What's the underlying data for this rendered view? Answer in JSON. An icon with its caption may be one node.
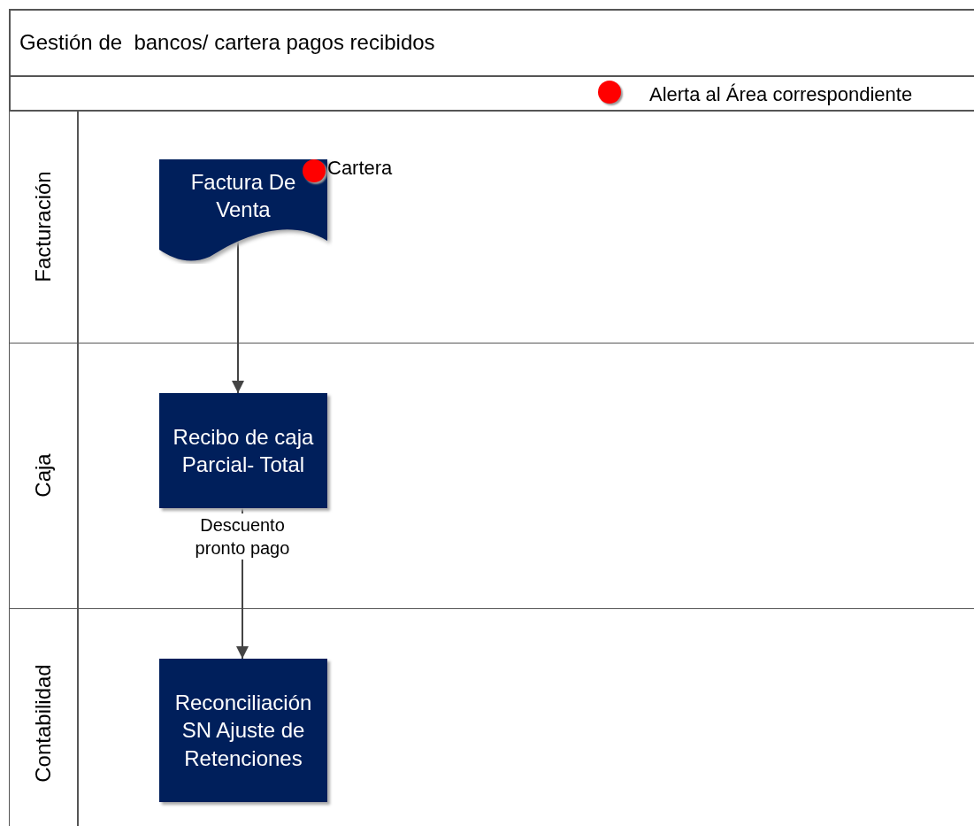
{
  "diagram": {
    "title": "Gestión de  bancos/ cartera pagos recibidos",
    "nodes": [
      {
        "text": [
          "Facturación"
        ]
      },
      {
        "text": [
          "Caja"
        ]
      },
      {
        "text": [
          "Contabilidad"
        ]
      },
      {
        "text": [
          "Factura De Venta"
        ],
        "in": 0,
        "beside": [
          "Cartera"
        ]
      },
      {
        "text": [
          "Recibo de caja Parcial- Total"
        ],
        "in": 1
      },
      {
        "text": [
          "Reconciliación SN Ajuste de Retenciones"
        ],
        "in": 2
      }
    ],
    "edges": [
      {
        "from": 3,
        "to": 4,
        "arrow": "to"
      },
      {
        "from": 4,
        "to": 5,
        "arrow": "to",
        "label": "Descuento pronto pago"
      }
    ],
    "legend": [
      {
        "text": "Alerta al Área correspondiente",
        "color": "#ff0000"
      }
    ]
  }
}
